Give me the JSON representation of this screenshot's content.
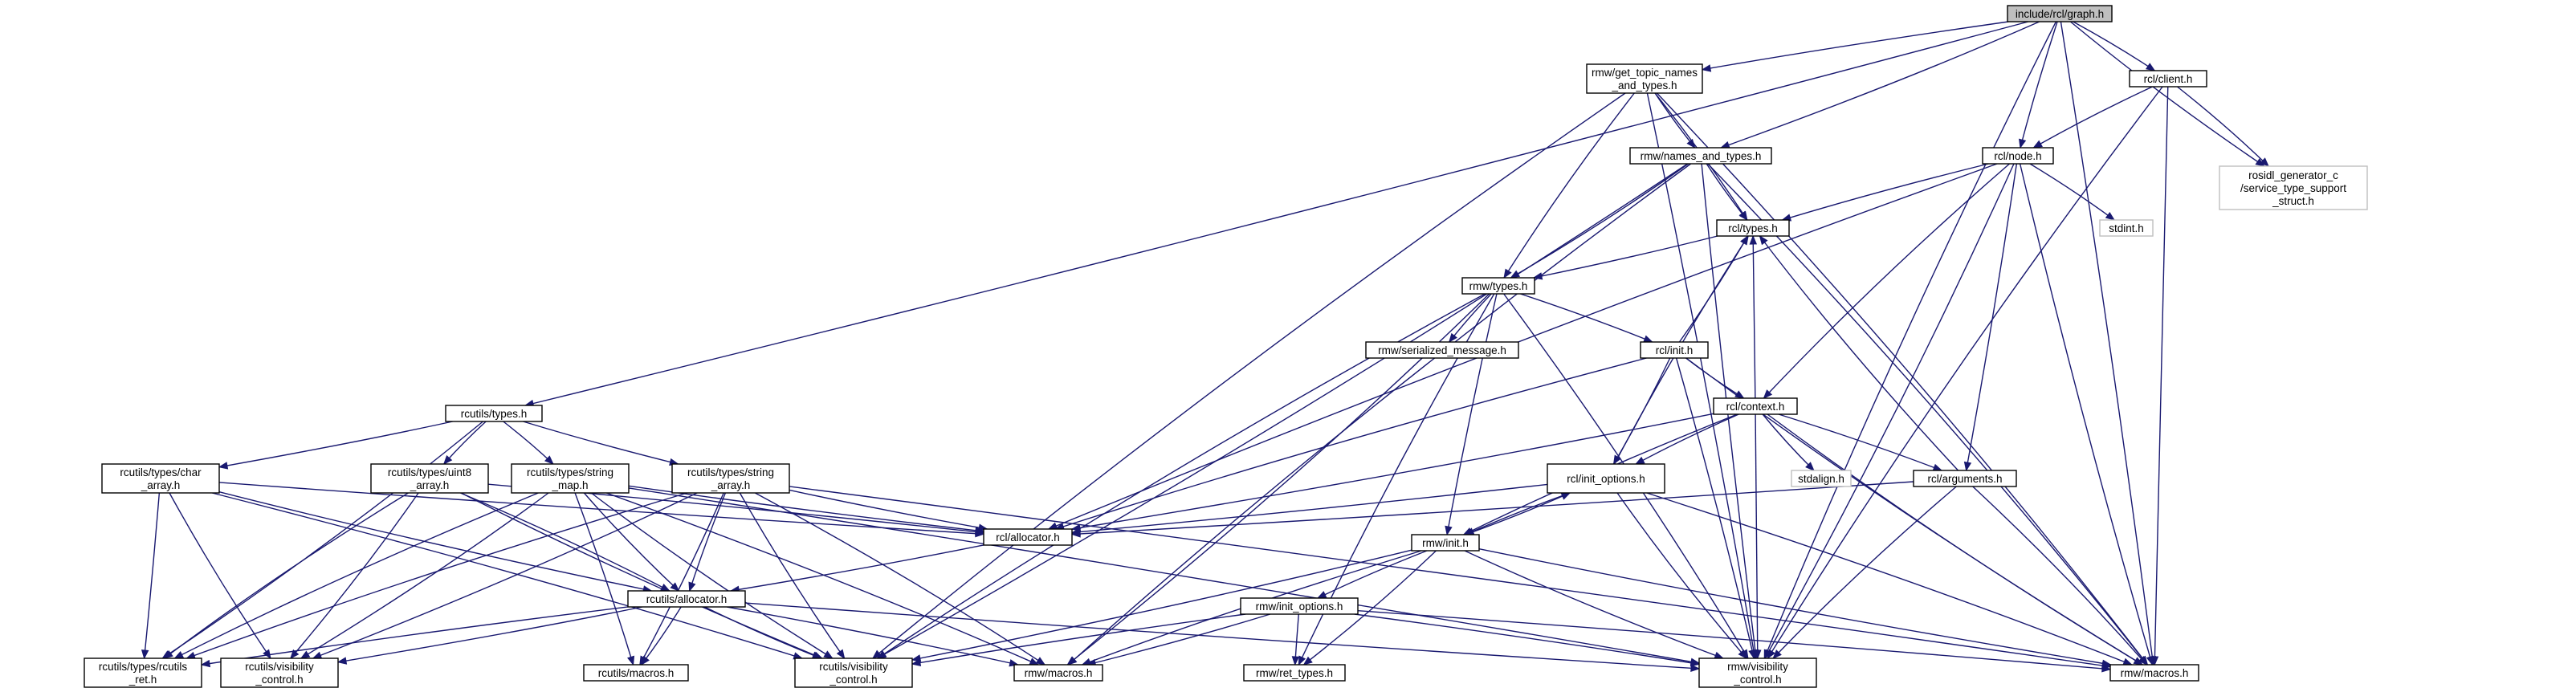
{
  "nodes": {
    "graph_h": {
      "lines": [
        "include/rcl/graph.h"
      ],
      "style": "root"
    },
    "get_topic": {
      "lines": [
        "rmw/get_topic_names",
        "_and_types.h"
      ]
    },
    "client": {
      "lines": [
        "rcl/client.h"
      ]
    },
    "rosidl": {
      "lines": [
        "rosidl_generator_c",
        "/service_type_support",
        "_struct.h"
      ],
      "style": "missing"
    },
    "names_types": {
      "lines": [
        "rmw/names_and_types.h"
      ]
    },
    "node_h": {
      "lines": [
        "rcl/node.h"
      ]
    },
    "rcl_types": {
      "lines": [
        "rcl/types.h"
      ]
    },
    "stdint": {
      "lines": [
        "stdint.h"
      ],
      "style": "missing"
    },
    "rmw_types": {
      "lines": [
        "rmw/types.h"
      ]
    },
    "serialized": {
      "lines": [
        "rmw/serialized_message.h"
      ]
    },
    "rcl_init": {
      "lines": [
        "rcl/init.h"
      ]
    },
    "rcutils_types": {
      "lines": [
        "rcutils/types.h"
      ]
    },
    "context": {
      "lines": [
        "rcl/context.h"
      ]
    },
    "char_array": {
      "lines": [
        "rcutils/types/char",
        "_array.h"
      ]
    },
    "uint8_array": {
      "lines": [
        "rcutils/types/uint8",
        "_array.h"
      ]
    },
    "string_map": {
      "lines": [
        "rcutils/types/string",
        "_map.h"
      ]
    },
    "string_array": {
      "lines": [
        "rcutils/types/string",
        "_array.h"
      ]
    },
    "init_options_rcl": {
      "lines": [
        "rcl/init_options.h"
      ]
    },
    "stdalign": {
      "lines": [
        "stdalign.h"
      ],
      "style": "missing"
    },
    "arguments": {
      "lines": [
        "rcl/arguments.h"
      ]
    },
    "rcl_allocator": {
      "lines": [
        "rcl/allocator.h"
      ]
    },
    "rmw_init": {
      "lines": [
        "rmw/init.h"
      ]
    },
    "rcutils_allocator": {
      "lines": [
        "rcutils/allocator.h"
      ]
    },
    "rmw_init_options": {
      "lines": [
        "rmw/init_options.h"
      ]
    },
    "rcutils_ret": {
      "lines": [
        "rcutils/types/rcutils",
        "_ret.h"
      ]
    },
    "rcutils_visibility": {
      "lines": [
        "rcutils/visibility",
        "_control.h"
      ]
    },
    "rcutils_macros": {
      "lines": [
        "rcutils/macros.h"
      ]
    },
    "rcutils_visibility2": {
      "lines": [
        "rcutils/visibility",
        "_control.h"
      ]
    },
    "rmw_macros": {
      "lines": [
        "rmw/macros.h"
      ]
    },
    "ret_types": {
      "lines": [
        "rmw/ret_types.h"
      ]
    },
    "rmw_visibility": {
      "lines": [
        "rmw/visibility",
        "_control.h"
      ]
    },
    "rcutils_macros2": {
      "lines": [
        "rmw/macros.h"
      ]
    }
  },
  "edges": [
    [
      "graph_h",
      "get_topic"
    ],
    [
      "graph_h",
      "client"
    ],
    [
      "graph_h",
      "rosidl"
    ],
    [
      "graph_h",
      "names_types"
    ],
    [
      "graph_h",
      "node_h"
    ],
    [
      "graph_h",
      "rcutils_types"
    ],
    [
      "graph_h",
      "rmw_visibility"
    ],
    [
      "graph_h",
      "rcutils_macros2"
    ],
    [
      "get_topic",
      "names_types"
    ],
    [
      "get_topic",
      "rcl_types"
    ],
    [
      "get_topic",
      "rmw_types"
    ],
    [
      "get_topic",
      "rmw_visibility"
    ],
    [
      "get_topic",
      "rcutils_visibility2"
    ],
    [
      "get_topic",
      "rcutils_macros2"
    ],
    [
      "client",
      "node_h"
    ],
    [
      "client",
      "rosidl"
    ],
    [
      "client",
      "rmw_visibility"
    ],
    [
      "client",
      "rcutils_macros2"
    ],
    [
      "names_types",
      "rcl_types"
    ],
    [
      "names_types",
      "rmw_types"
    ],
    [
      "names_types",
      "rmw_visibility"
    ],
    [
      "names_types",
      "rcutils_visibility2"
    ],
    [
      "names_types",
      "rmw_macros"
    ],
    [
      "names_types",
      "rcutils_macros2"
    ],
    [
      "node_h",
      "rcl_types"
    ],
    [
      "node_h",
      "stdint"
    ],
    [
      "node_h",
      "context"
    ],
    [
      "node_h",
      "arguments"
    ],
    [
      "node_h",
      "rcl_allocator"
    ],
    [
      "node_h",
      "rmw_visibility"
    ],
    [
      "node_h",
      "rcutils_macros2"
    ],
    [
      "rcl_types",
      "rmw_types"
    ],
    [
      "rmw_types",
      "serialized"
    ],
    [
      "rmw_types",
      "rcl_init"
    ],
    [
      "rmw_types",
      "rmw_init"
    ],
    [
      "rmw_types",
      "rmw_macros"
    ],
    [
      "rmw_types",
      "ret_types"
    ],
    [
      "rmw_types",
      "rmw_visibility"
    ],
    [
      "rmw_types",
      "rcutils_visibility2"
    ],
    [
      "rcl_init",
      "rcl_types"
    ],
    [
      "rcl_init",
      "context"
    ],
    [
      "rcl_init",
      "init_options_rcl"
    ],
    [
      "rcl_init",
      "rcl_allocator"
    ],
    [
      "rcl_init",
      "rmw_visibility"
    ],
    [
      "rcl_init",
      "rcutils_macros2"
    ],
    [
      "rcutils_types",
      "char_array"
    ],
    [
      "rcutils_types",
      "uint8_array"
    ],
    [
      "rcutils_types",
      "string_map"
    ],
    [
      "rcutils_types",
      "string_array"
    ],
    [
      "rcutils_types",
      "rcutils_ret"
    ],
    [
      "context",
      "stdalign"
    ],
    [
      "context",
      "arguments"
    ],
    [
      "context",
      "init_options_rcl"
    ],
    [
      "context",
      "rcl_allocator"
    ],
    [
      "context",
      "rmw_init"
    ],
    [
      "context",
      "rmw_visibility"
    ],
    [
      "context",
      "rcutils_macros2"
    ],
    [
      "context",
      "rcl_types"
    ],
    [
      "char_array",
      "rcutils_allocator"
    ],
    [
      "char_array",
      "rcutils_ret"
    ],
    [
      "char_array",
      "rcutils_visibility"
    ],
    [
      "char_array",
      "rcutils_visibility2"
    ],
    [
      "char_array",
      "rcl_allocator"
    ],
    [
      "uint8_array",
      "rcutils_allocator"
    ],
    [
      "uint8_array",
      "rcutils_ret"
    ],
    [
      "uint8_array",
      "rcutils_visibility"
    ],
    [
      "uint8_array",
      "rcutils_visibility2"
    ],
    [
      "uint8_array",
      "rcl_allocator"
    ],
    [
      "string_map",
      "rcutils_allocator"
    ],
    [
      "string_map",
      "rcutils_macros"
    ],
    [
      "string_map",
      "rcutils_ret"
    ],
    [
      "string_map",
      "rcutils_visibility"
    ],
    [
      "string_map",
      "rcutils_visibility2"
    ],
    [
      "string_map",
      "rmw_macros"
    ],
    [
      "string_map",
      "rcl_allocator"
    ],
    [
      "string_map",
      "rmw_visibility"
    ],
    [
      "string_array",
      "rcutils_allocator"
    ],
    [
      "string_array",
      "rcutils_macros"
    ],
    [
      "string_array",
      "rcutils_ret"
    ],
    [
      "string_array",
      "rcutils_visibility"
    ],
    [
      "string_array",
      "rcutils_visibility2"
    ],
    [
      "string_array",
      "rmw_macros"
    ],
    [
      "string_array",
      "rcl_allocator"
    ],
    [
      "string_array",
      "rcutils_macros2"
    ],
    [
      "init_options_rcl",
      "rmw_init"
    ],
    [
      "init_options_rcl",
      "rcl_allocator"
    ],
    [
      "init_options_rcl",
      "rmw_visibility"
    ],
    [
      "init_options_rcl",
      "rcutils_macros2"
    ],
    [
      "init_options_rcl",
      "rcl_types"
    ],
    [
      "arguments",
      "rcl_allocator"
    ],
    [
      "arguments",
      "rmw_visibility"
    ],
    [
      "arguments",
      "rcutils_macros2"
    ],
    [
      "arguments",
      "rcl_types"
    ],
    [
      "rcl_allocator",
      "rcutils_allocator"
    ],
    [
      "rmw_init",
      "rmw_init_options"
    ],
    [
      "rmw_init",
      "init_options_rcl"
    ],
    [
      "rmw_init",
      "rmw_macros"
    ],
    [
      "rmw_init",
      "ret_types"
    ],
    [
      "rmw_init",
      "rmw_visibility"
    ],
    [
      "rmw_init",
      "rcutils_visibility2"
    ],
    [
      "rmw_init",
      "rcutils_macros2"
    ],
    [
      "rcutils_allocator",
      "rcutils_macros"
    ],
    [
      "rcutils_allocator",
      "rcutils_ret"
    ],
    [
      "rcutils_allocator",
      "rcutils_visibility"
    ],
    [
      "rcutils_allocator",
      "rcutils_visibility2"
    ],
    [
      "rcutils_allocator",
      "rmw_macros"
    ],
    [
      "rcutils_allocator",
      "rmw_visibility"
    ],
    [
      "rmw_init_options",
      "rmw_macros"
    ],
    [
      "rmw_init_options",
      "ret_types"
    ],
    [
      "rmw_init_options",
      "rmw_visibility"
    ],
    [
      "rmw_init_options",
      "rcutils_visibility2"
    ],
    [
      "rmw_init_options",
      "rcutils_macros2"
    ]
  ]
}
